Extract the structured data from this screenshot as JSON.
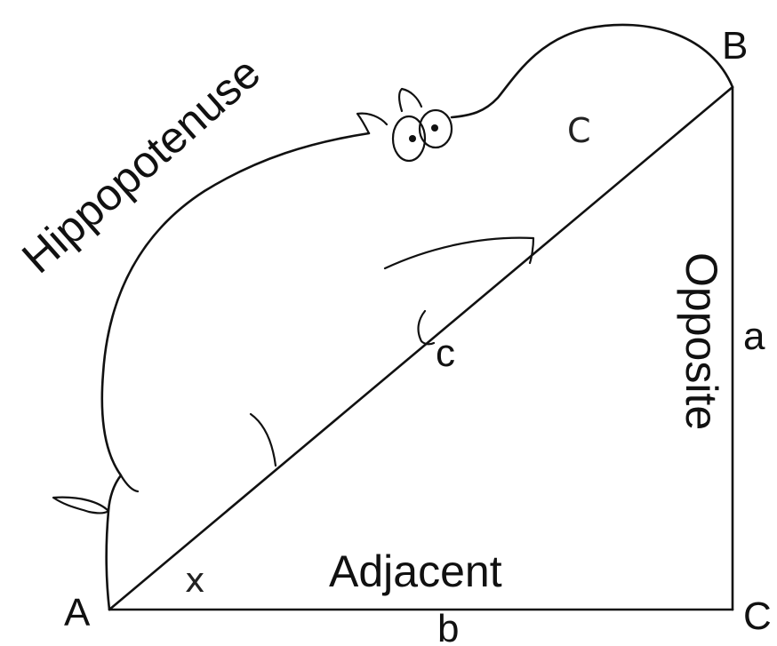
{
  "labels": {
    "hypotenuse_word": "Hippopotenuse",
    "opposite_word": "Opposite",
    "adjacent_word": "Adjacent",
    "vertex_a": "A",
    "vertex_b": "B",
    "vertex_c": "C",
    "side_a": "a",
    "side_b": "b",
    "side_c": "c",
    "angle_x": "x",
    "angle_c": "C"
  }
}
